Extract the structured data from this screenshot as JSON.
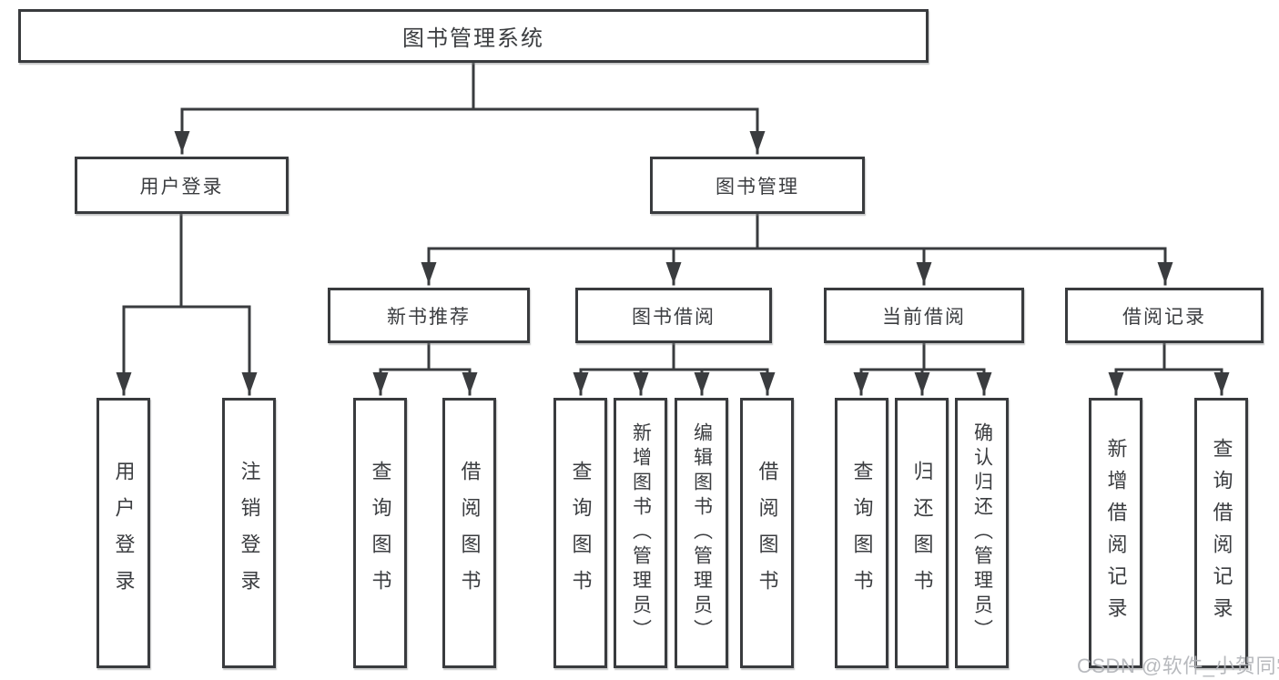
{
  "diagram": {
    "type": "hierarchy-tree",
    "title": "图书管理系统",
    "colors": {
      "line": "#3a3c3f",
      "box_border": "#393b3e",
      "box_fill": "#ffffff",
      "text": "#3b3d40",
      "background": "#ffffff",
      "watermark": "#b2b4b8"
    },
    "nodes": {
      "root": "图书管理系统",
      "level2": [
        "用户登录",
        "图书管理"
      ],
      "level3": [
        "新书推荐",
        "图书借阅",
        "当前借阅",
        "借阅记录"
      ],
      "leaves": [
        "用户登录",
        "注销登录",
        "查询图书",
        "借阅图书",
        "查询图书",
        "新增图书（管理员）",
        "编辑图书（管理员）",
        "借阅图书",
        "查询图书",
        "归还图书",
        "确认归还（管理员）",
        "新增借阅记录",
        "查询借阅记录"
      ]
    },
    "hierarchy": {
      "图书管理系统": {
        "用户登录": [
          "用户登录",
          "注销登录"
        ],
        "图书管理": {
          "新书推荐": [
            "查询图书",
            "借阅图书"
          ],
          "图书借阅": [
            "查询图书",
            "新增图书（管理员）",
            "编辑图书（管理员）",
            "借阅图书"
          ],
          "当前借阅": [
            "查询图书",
            "归还图书",
            "确认归还（管理员）"
          ],
          "借阅记录": [
            "新增借阅记录",
            "查询借阅记录"
          ]
        }
      }
    },
    "watermark": "CSDN @软件_小贺同学"
  }
}
